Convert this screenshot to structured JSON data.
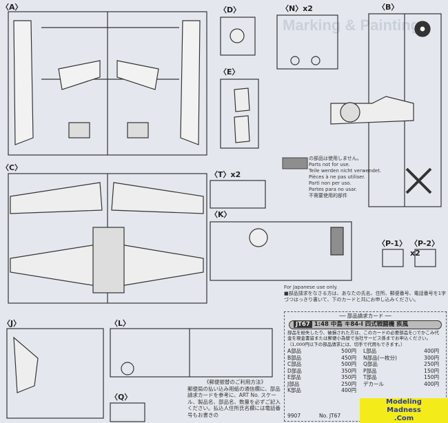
{
  "watermark": "Marking & Painting",
  "sprues": {
    "A": "〈A〉",
    "B": "〈B〉",
    "C": "〈C〉",
    "D": "〈D〉",
    "E": "〈E〉",
    "N": "〈N〉x2",
    "T": "〈T〉x2",
    "K": "〈K〉",
    "P1": "〈P-1〉",
    "P2": "〈P-2〉x2",
    "J": "〈J〉",
    "L": "〈L〉",
    "Q": "〈Q〉"
  },
  "not_for_use": [
    "の部品は使用しません。",
    "Parts not for use.",
    "Teile werden nicht verwendet.",
    "Pièces à ne pas utiliser.",
    "Parti non per uso.",
    "Partes para no usar.",
    "不需要使用的部件"
  ],
  "japanese_only": "For Japanese use only.",
  "order_intro": "■部品請求をなさる方は、あなたの氏名、住所、郵便番号、電話番号を1字づつはっきり書いて、下のカードと共にお申し込みください。",
  "card": {
    "title": "── 部品請求カード ──",
    "code": "JT67",
    "product": "1:48 中島 キ84-I 四式戦闘機 疾風",
    "desc": "部品を紛失したり、破損された方は、このカードの必要部品を○でかこみ代金を現金書留または郵便小為替で当社サービス係までお申込ください。（1,000円以下の部品請求には、切手で代用もできます。）",
    "left": [
      [
        "A部品",
        "500円"
      ],
      [
        "B部品",
        "450円"
      ],
      [
        "C部品",
        "500円"
      ],
      [
        "D部品",
        "350円"
      ],
      [
        "E部品",
        "350円"
      ],
      [
        "J部品",
        "250円"
      ],
      [
        "K部品",
        "400円"
      ]
    ],
    "right": [
      [
        "L部品",
        "400円"
      ],
      [
        "N部品(一枚分)",
        "300円"
      ],
      [
        "Q部品",
        "250円"
      ],
      [
        "P部品",
        "150円"
      ],
      [
        "T部品",
        "150円"
      ],
      [
        "デカール",
        "400円"
      ]
    ],
    "number": "9907",
    "art_no": "No. JT67"
  },
  "postal": {
    "title": "《郵便振替のご利用方法》",
    "body": "郵便局の払い込み用紙の通信欄に、部品請求カードを参考に、ART No. スケール、製品名、部品名、数量を必ずご記入ください。払込人住所氏名欄には電話番号もお書きの"
  },
  "logo": [
    "Modeling",
    "Madness",
    ".Com"
  ],
  "colors": {
    "not_for_use": "#8e8e8e",
    "logo_bg": "#f4ec1a",
    "logo_text": "#2a3a9a"
  }
}
